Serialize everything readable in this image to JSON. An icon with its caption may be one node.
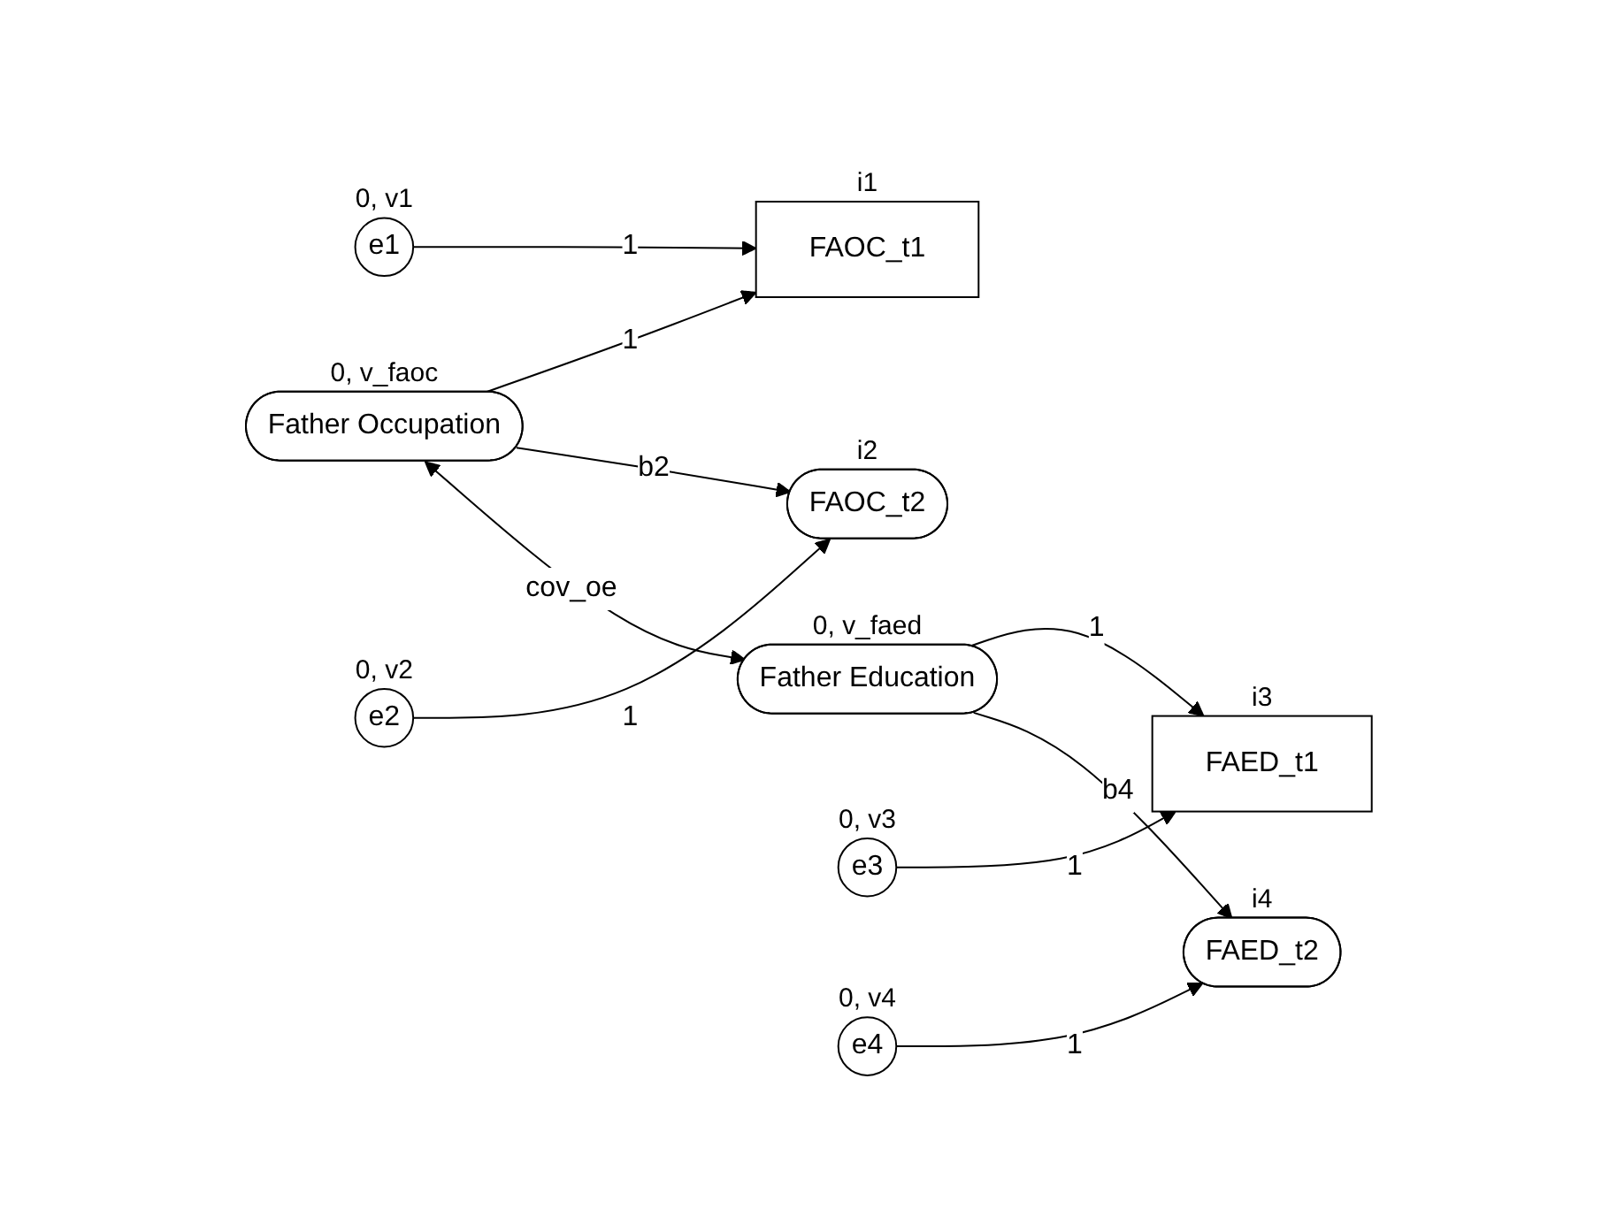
{
  "diagram": {
    "nodes": [
      {
        "text": [
          "Father Occupation"
        ],
        "beside": [
          "0, v_faoc"
        ]
      },
      {
        "text": [
          "FAOC_t1"
        ],
        "beside": [
          "i1"
        ]
      },
      {
        "text": [
          "e1"
        ],
        "beside": [
          "0, v1"
        ]
      },
      {
        "text": [
          "FAOC_t2"
        ],
        "beside": [
          "i2"
        ]
      },
      {
        "text": [
          "e2"
        ],
        "beside": [
          "0, v2"
        ]
      },
      {
        "text": [
          "Father Education"
        ],
        "beside": [
          "0, v_faed"
        ]
      },
      {
        "text": [
          "FAED_t1"
        ],
        "beside": [
          "i3"
        ]
      },
      {
        "text": [
          "e3"
        ],
        "beside": [
          "0, v3"
        ]
      },
      {
        "text": [
          "FAED_t2"
        ],
        "beside": [
          "i4"
        ]
      },
      {
        "text": [
          "e4"
        ],
        "beside": [
          "0, v4"
        ]
      }
    ],
    "edges": [
      {
        "from": 0,
        "to": 1,
        "arrow": "to",
        "label": "1"
      },
      {
        "from": 0,
        "to": 3,
        "arrow": "to",
        "label": "b2"
      },
      {
        "from": 2,
        "to": 1,
        "arrow": "to",
        "label": "1"
      },
      {
        "from": 4,
        "to": 3,
        "arrow": "to",
        "label": "1"
      },
      {
        "from": 0,
        "to": 5,
        "arrow": "both",
        "label": "cov_oe"
      },
      {
        "from": 5,
        "to": 6,
        "arrow": "to",
        "label": "1"
      },
      {
        "from": 5,
        "to": 8,
        "arrow": "to",
        "label": "b4"
      },
      {
        "from": 7,
        "to": 6,
        "arrow": "to",
        "label": "1"
      },
      {
        "from": 9,
        "to": 8,
        "arrow": "to",
        "label": "1"
      }
    ]
  }
}
